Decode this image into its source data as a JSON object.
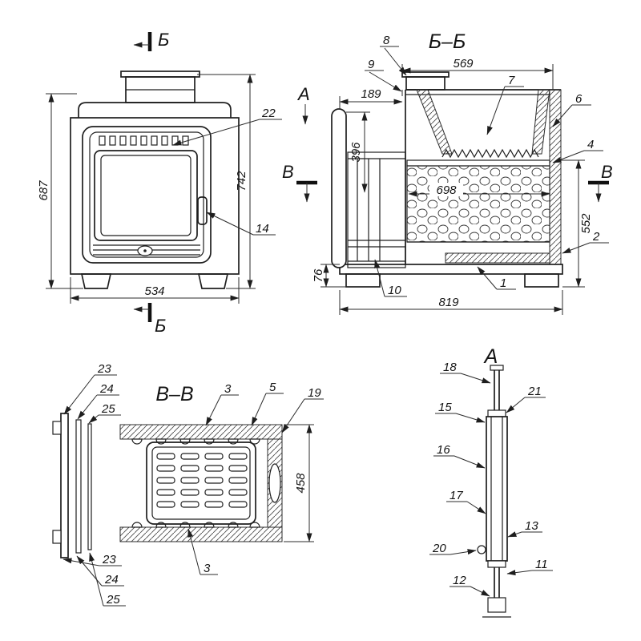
{
  "front_view": {
    "section_marker": "Б",
    "dim_height": "687",
    "dim_total_height": "742",
    "dim_width": "534",
    "callout_22": "22",
    "callout_14": "14"
  },
  "section_bb": {
    "title": "Б–Б",
    "view_marker_a": "A",
    "section_marker_v": "В",
    "dim_569": "569",
    "dim_189": "189",
    "dim_396": "396",
    "dim_698": "698",
    "dim_552": "552",
    "dim_76": "76",
    "dim_819": "819",
    "callout_8": "8",
    "callout_9": "9",
    "callout_7": "7",
    "callout_6": "6",
    "callout_4": "4",
    "callout_2": "2",
    "callout_1": "1",
    "callout_10": "10"
  },
  "section_vv": {
    "title": "В–В",
    "dim_458": "458",
    "callout_23": "23",
    "callout_24": "24",
    "callout_25": "25",
    "callout_3": "3",
    "callout_5": "5",
    "callout_19": "19"
  },
  "view_a": {
    "title": "A",
    "callout_18": "18",
    "callout_21": "21",
    "callout_15": "15",
    "callout_16": "16",
    "callout_17": "17",
    "callout_13": "13",
    "callout_20": "20",
    "callout_11": "11",
    "callout_12": "12"
  }
}
